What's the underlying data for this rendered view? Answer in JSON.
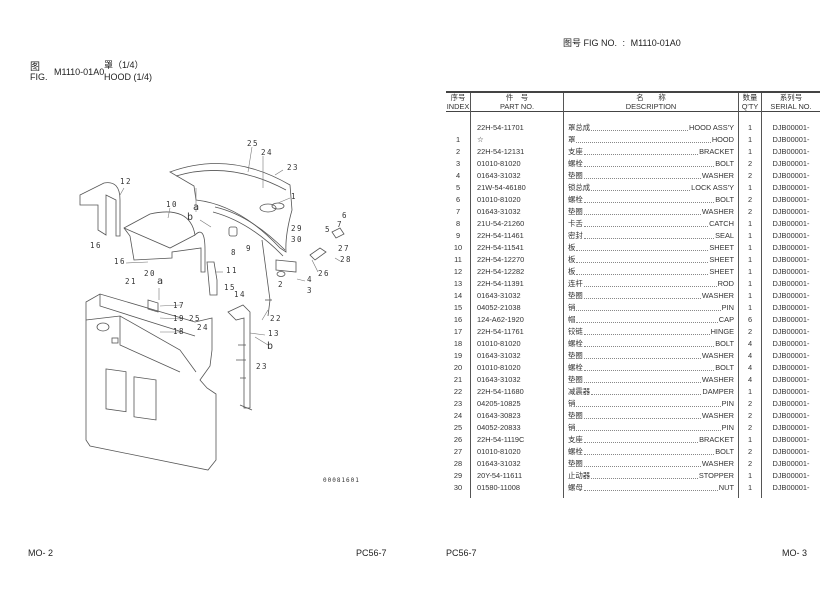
{
  "page_header": {
    "fig_no_zh": "图号",
    "fig_no_label": "FIG NO.",
    "separator": ":",
    "fig_no": "M1110-01A0"
  },
  "figure_title": {
    "zh_fig": "图",
    "en_fig": "FIG.",
    "fig_code": "M1110-01A0",
    "title_zh": "罩（1/4）",
    "title_en": "HOOD (1/4)"
  },
  "diagram": {
    "code": "00081601",
    "callouts": [
      "25",
      "24",
      "23",
      "1",
      "12",
      "10",
      "16",
      "16",
      "a",
      "b",
      "8",
      "9",
      "29",
      "30",
      "6",
      "7",
      "5",
      "27",
      "28",
      "26",
      "2",
      "4",
      "3",
      "11",
      "20",
      "21",
      "a",
      "17",
      "19",
      "18",
      "15",
      "14",
      "25",
      "24",
      "22",
      "13",
      "b",
      "23"
    ]
  },
  "table": {
    "headers": {
      "index": {
        "zh": "序号",
        "en": "INDEX"
      },
      "part_no": {
        "zh": "件　号",
        "en": "PART NO."
      },
      "description": {
        "zh": "名　　称",
        "en": "DESCRIPTION"
      },
      "qty": {
        "zh": "数量",
        "en": "Q'TY"
      },
      "serial": {
        "zh": "系列号",
        "en": "SERIAL NO."
      }
    },
    "rows": [
      {
        "index": "",
        "part_no": "22H-54-11701",
        "zh": "罩总成",
        "en": "HOOD ASS'Y",
        "qty": "1",
        "serial": "DJB00001-"
      },
      {
        "index": "1",
        "part_no": "☆",
        "zh": "罩",
        "en": "HOOD",
        "qty": "1",
        "serial": "DJB00001-"
      },
      {
        "index": "2",
        "part_no": "22H-54-12131",
        "zh": "支座",
        "en": "BRACKET",
        "qty": "1",
        "serial": "DJB00001-"
      },
      {
        "index": "3",
        "part_no": "01010-81020",
        "zh": "螺栓",
        "en": "BOLT",
        "qty": "2",
        "serial": "DJB00001-"
      },
      {
        "index": "4",
        "part_no": "01643-31032",
        "zh": "垫圈",
        "en": "WASHER",
        "qty": "2",
        "serial": "DJB00001-"
      },
      {
        "index": "5",
        "part_no": "21W-54-46180",
        "zh": "锁总成",
        "en": "LOCK ASS'Y",
        "qty": "1",
        "serial": "DJB00001-"
      },
      {
        "index": "6",
        "part_no": "01010-81020",
        "zh": "螺栓",
        "en": "BOLT",
        "qty": "2",
        "serial": "DJB00001-"
      },
      {
        "index": "7",
        "part_no": "01643-31032",
        "zh": "垫圈",
        "en": "WASHER",
        "qty": "2",
        "serial": "DJB00001-"
      },
      {
        "index": "8",
        "part_no": "21U-54-21260",
        "zh": "卡舌",
        "en": "CATCH",
        "qty": "1",
        "serial": "DJB00001-"
      },
      {
        "index": "9",
        "part_no": "22H-54-11461",
        "zh": "密封",
        "en": "SEAL",
        "qty": "1",
        "serial": "DJB00001-"
      },
      {
        "index": "10",
        "part_no": "22H-54-11541",
        "zh": "板",
        "en": "SHEET",
        "qty": "1",
        "serial": "DJB00001-"
      },
      {
        "index": "11",
        "part_no": "22H-54-12270",
        "zh": "板",
        "en": "SHEET",
        "qty": "1",
        "serial": "DJB00001-"
      },
      {
        "index": "12",
        "part_no": "22H-54-12282",
        "zh": "板",
        "en": "SHEET",
        "qty": "1",
        "serial": "DJB00001-"
      },
      {
        "index": "13",
        "part_no": "22H-54-11391",
        "zh": "连杆",
        "en": "ROD",
        "qty": "1",
        "serial": "DJB00001-"
      },
      {
        "index": "14",
        "part_no": "01643-31032",
        "zh": "垫圈",
        "en": "WASHER",
        "qty": "1",
        "serial": "DJB00001-"
      },
      {
        "index": "15",
        "part_no": "04052-21038",
        "zh": "销",
        "en": "PIN",
        "qty": "1",
        "serial": "DJB00001-"
      },
      {
        "index": "16",
        "part_no": "124-A62-1920",
        "zh": "帽",
        "en": "CAP",
        "qty": "6",
        "serial": "DJB00001-"
      },
      {
        "index": "17",
        "part_no": "22H-54-11761",
        "zh": "铰链",
        "en": "HINGE",
        "qty": "2",
        "serial": "DJB00001-"
      },
      {
        "index": "18",
        "part_no": "01010-81020",
        "zh": "螺栓",
        "en": "BOLT",
        "qty": "4",
        "serial": "DJB00001-"
      },
      {
        "index": "19",
        "part_no": "01643-31032",
        "zh": "垫圈",
        "en": "WASHER",
        "qty": "4",
        "serial": "DJB00001-"
      },
      {
        "index": "20",
        "part_no": "01010-81020",
        "zh": "螺栓",
        "en": "BOLT",
        "qty": "4",
        "serial": "DJB00001-"
      },
      {
        "index": "21",
        "part_no": "01643-31032",
        "zh": "垫圈",
        "en": "WASHER",
        "qty": "4",
        "serial": "DJB00001-"
      },
      {
        "index": "22",
        "part_no": "22H-54-11680",
        "zh": "减震器",
        "en": "DAMPER",
        "qty": "1",
        "serial": "DJB00001-"
      },
      {
        "index": "23",
        "part_no": "04205-10825",
        "zh": "销",
        "en": "PIN",
        "qty": "2",
        "serial": "DJB00001-"
      },
      {
        "index": "24",
        "part_no": "01643-30823",
        "zh": "垫圈",
        "en": "WASHER",
        "qty": "2",
        "serial": "DJB00001-"
      },
      {
        "index": "25",
        "part_no": "04052-20833",
        "zh": "销",
        "en": "PIN",
        "qty": "2",
        "serial": "DJB00001-"
      },
      {
        "index": "26",
        "part_no": "22H-54-1119C",
        "zh": "支座",
        "en": "BRACKET",
        "qty": "1",
        "serial": "DJB00001-"
      },
      {
        "index": "27",
        "part_no": "01010-81020",
        "zh": "螺栓",
        "en": "BOLT",
        "qty": "2",
        "serial": "DJB00001-"
      },
      {
        "index": "28",
        "part_no": "01643-31032",
        "zh": "垫圈",
        "en": "WASHER",
        "qty": "2",
        "serial": "DJB00001-"
      },
      {
        "index": "29",
        "part_no": "20Y-54-11611",
        "zh": "止动器",
        "en": "STOPPER",
        "qty": "1",
        "serial": "DJB00001-"
      },
      {
        "index": "30",
        "part_no": "01580-11008",
        "zh": "螺母",
        "en": "NUT",
        "qty": "1",
        "serial": "DJB00001-"
      }
    ]
  },
  "footer": {
    "left_page": "MO- 2",
    "left_model": "PC56-7",
    "right_model": "PC56-7",
    "right_page": "MO- 3"
  }
}
